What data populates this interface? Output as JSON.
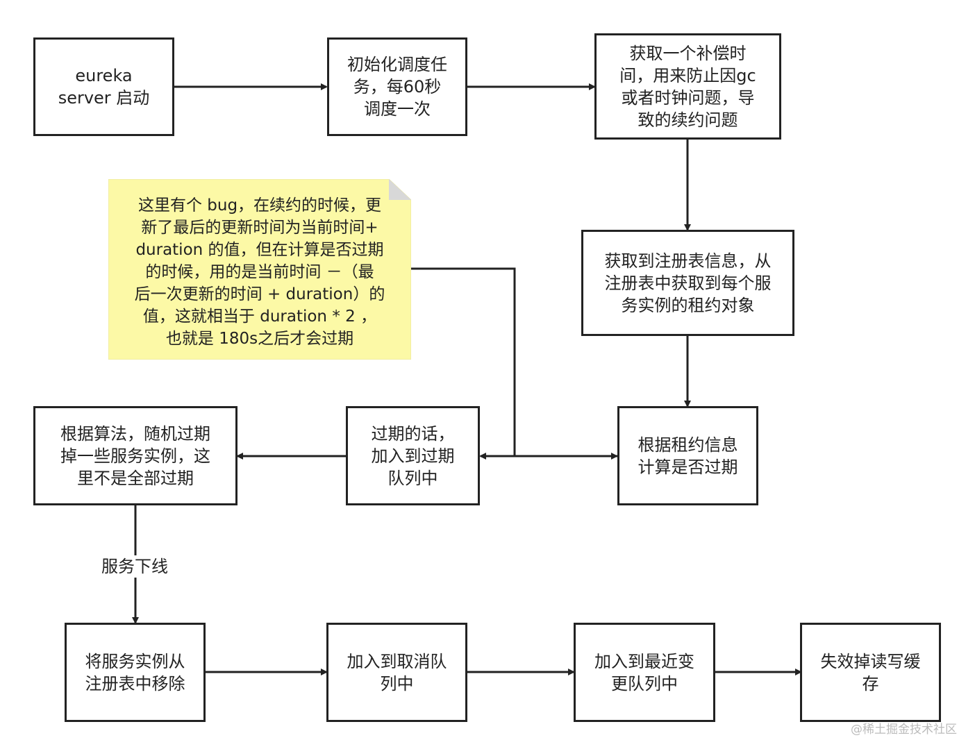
{
  "nodes": {
    "start": "eureka\nserver 启动",
    "init_task": "初始化调度任\n务，每60秒\n调度一次",
    "compensation": "获取一个补偿时\n间，用来防止因gc\n或者时钟问题，导\n致的续约问题",
    "get_leases": "获取到注册表信息，从\n注册表中获取到每个服\n务实例的租约对象",
    "check_expired": "根据租约信息\n计算是否过期",
    "add_expired_queue": "过期的话，\n加入到过期\n队列中",
    "random_expire": "根据算法，随机过期\n掉一些服务实例，这\n里不是全部过期",
    "remove_instance": "将服务实例从\n注册表中移除",
    "add_cancel_queue": "加入到取消队\n列中",
    "add_recent_change": "加入到最近变\n更队列中",
    "invalidate_cache": "失效掉读写缓\n存"
  },
  "note": {
    "text": "这里有个 bug，在续约的时候，更\n新了最后的更新时间为当前时间+\nduration 的值，但在计算是否过期\n的时候，用的是当前时间 －（最\n后一次更新的时间 + duration）的\n值，这就相当于 duration * 2 ，\n也就是 180s之后才会过期",
    "fill": "#fcf9a6"
  },
  "edge_labels": {
    "service_offline": "服务下线"
  },
  "watermark": "@稀土掘金技术社区"
}
